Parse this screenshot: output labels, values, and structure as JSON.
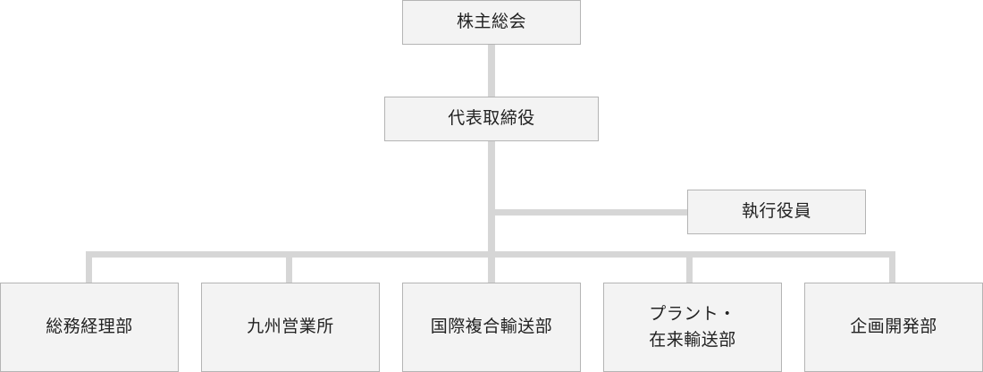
{
  "org_chart": {
    "shareholders_meeting": "株主総会",
    "ceo": "代表取締役",
    "executive_officers": "執行役員",
    "departments": [
      "総務経理部",
      "九州営業所",
      "国際複合輸送部",
      "プラント・\n在来輸送部",
      "企画開発部"
    ]
  },
  "colors": {
    "box_fill": "#f3f3f3",
    "box_border": "#b4b4b4",
    "connector": "#d6d6d6"
  }
}
